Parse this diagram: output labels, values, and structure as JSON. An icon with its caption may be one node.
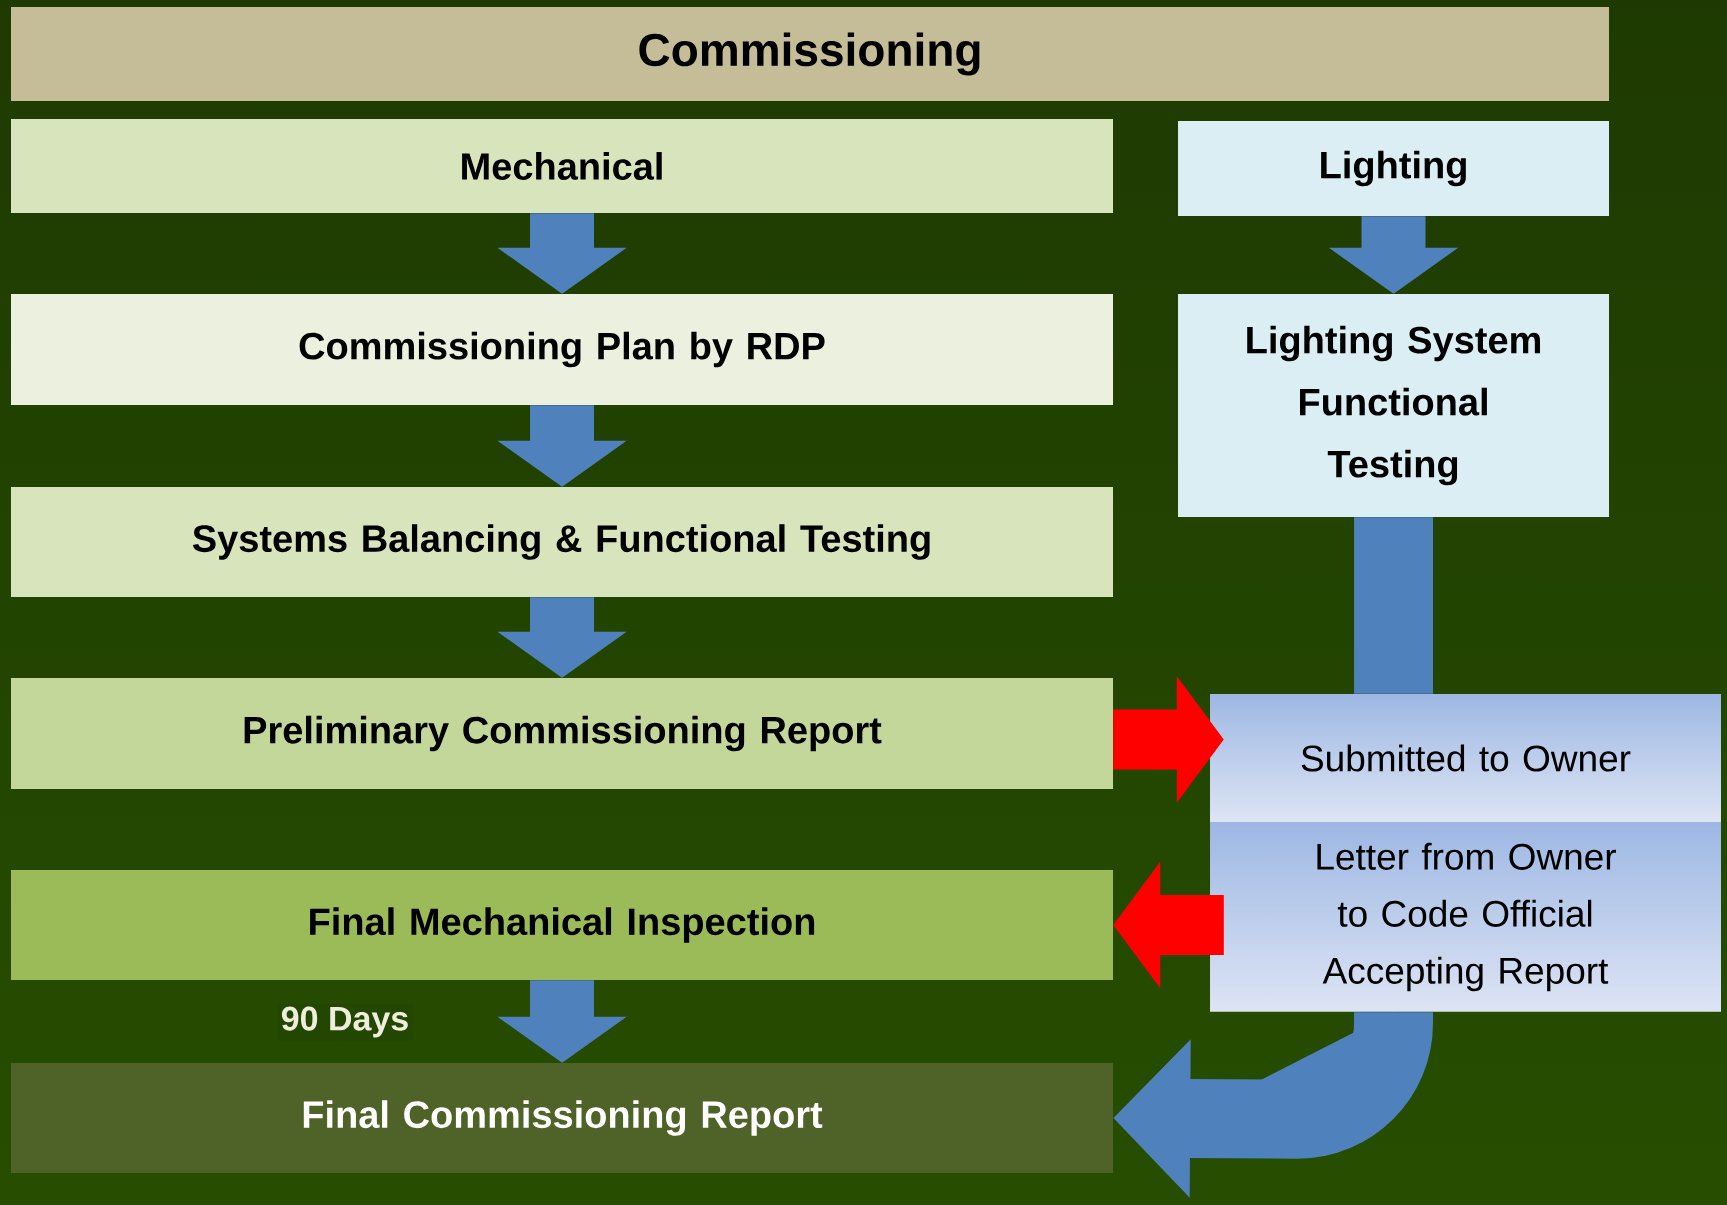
{
  "diagram": {
    "title": "Commissioning",
    "nodes": [
      {
        "text": [
          "Mechanical"
        ]
      },
      {
        "text": [
          "Lighting"
        ]
      },
      {
        "text": [
          "Commissioning Plan by RDP"
        ]
      },
      {
        "text": [
          "Systems Balancing & Functional Testing"
        ]
      },
      {
        "text": [
          "Lighting System Functional Testing"
        ]
      },
      {
        "text": [
          "Preliminary Commissioning Report"
        ]
      },
      {
        "text": [
          "Submitted to Owner"
        ]
      },
      {
        "text": [
          "Letter from Owner to Code Official Accepting Report"
        ]
      },
      {
        "text": [
          "Final Mechanical Inspection"
        ]
      },
      {
        "text": [
          "Final Commissioning Report"
        ]
      }
    ],
    "edges": [
      {
        "from": 0,
        "to": 2,
        "arrow": "to"
      },
      {
        "from": 2,
        "to": 3,
        "arrow": "to"
      },
      {
        "from": 3,
        "to": 5,
        "arrow": "to"
      },
      {
        "from": 8,
        "to": 9,
        "arrow": "to",
        "label": "90 Days"
      },
      {
        "from": 1,
        "to": 4,
        "arrow": "to"
      },
      {
        "from": 4,
        "to": 6,
        "arrow": "none"
      },
      {
        "from": 7,
        "to": 9,
        "arrow": "to"
      },
      {
        "from": 5,
        "to": 6,
        "arrow": "to",
        "color": "#ff0000"
      },
      {
        "from": 7,
        "to": 8,
        "arrow": "to",
        "color": "#ff0000"
      }
    ]
  }
}
